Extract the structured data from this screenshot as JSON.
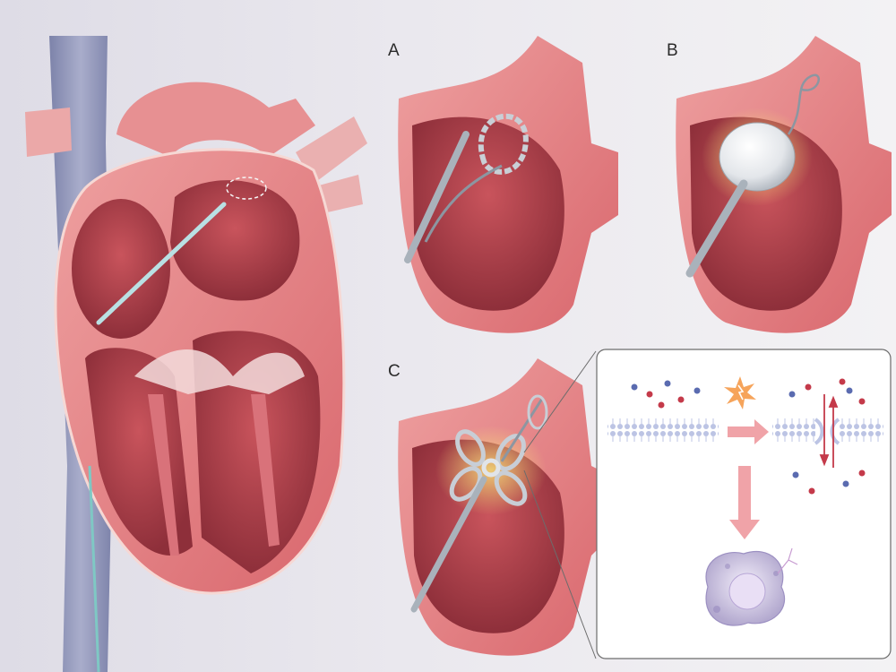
{
  "panels": {
    "a": {
      "label": "A"
    },
    "b": {
      "label": "B"
    },
    "c": {
      "label": "C"
    }
  },
  "icons": {
    "energy": "lightning-burst-icon",
    "arrow": "arrow-right-icon"
  },
  "colors": {
    "myocardium": "#e27b7e",
    "chamber": "#b4444f",
    "vein": "#8f93b5",
    "catheter": "#9aa3ad",
    "highlight": "#f4d35e",
    "arrow": "#f0a3a8",
    "ion_red": "#c43a4a",
    "ion_blue": "#5a6bb0"
  }
}
